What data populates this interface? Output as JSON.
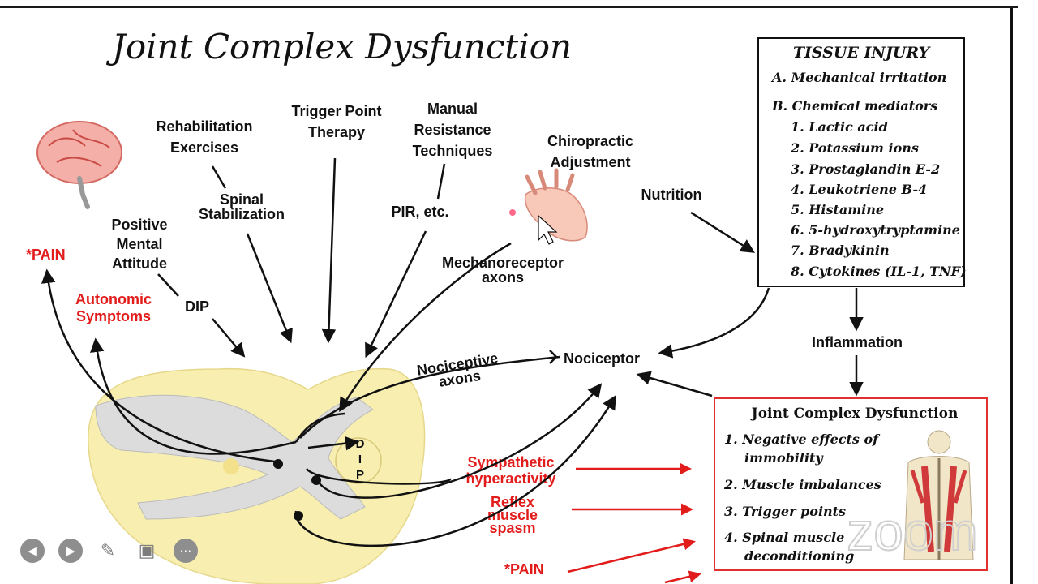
{
  "title": "Joint Complex Dysfunction",
  "labels": {
    "rehab_exercises_1": "Rehabilitation",
    "rehab_exercises_2": "Exercises",
    "trigger_point_1": "Trigger Point",
    "trigger_point_2": "Therapy",
    "manual_resistance_1": "Manual",
    "manual_resistance_2": "Resistance",
    "manual_resistance_3": "Techniques",
    "chiro_1": "Chiropractic",
    "chiro_2": "Adjustment",
    "nutrition": "Nutrition",
    "spinal_stab_1": "Spinal",
    "spinal_stab_2": "Stabilization",
    "pir": "PIR, etc.",
    "positive_mental_1": "Positive",
    "positive_mental_2": "Mental",
    "positive_mental_3": "Attitude",
    "pain_top": "*PAIN",
    "autonomic_1": "Autonomic",
    "autonomic_2": "Symptoms",
    "dip": "DIP",
    "mechanoreceptor_1": "Mechanoreceptor",
    "mechanoreceptor_2": "axons",
    "nociceptive_1": "Nociceptive",
    "nociceptive_2": "axons",
    "nociceptor": "Nociceptor",
    "inflammation": "Inflammation",
    "dip_d": "D",
    "dip_i": "I",
    "dip_p": "P",
    "sympathetic_1": "Sympathetic",
    "sympathetic_2": "hyperactivity",
    "reflex_1": "Reflex",
    "reflex_2": "muscle",
    "reflex_3": "spasm",
    "pain_bottom": "*PAIN"
  },
  "tissue_injury": {
    "title": "TISSUE INJURY",
    "a": "A. Mechanical irritation",
    "b": "B. Chemical mediators",
    "items": [
      "1. Lactic acid",
      "2. Potassium ions",
      "3. Prostaglandin E-2",
      "4. Leukotriene B-4",
      "5. Histamine",
      "6. 5-hydroxytryptamine",
      "7. Bradykinin",
      "8. Cytokines (IL-1, TNF)"
    ]
  },
  "jcd_box": {
    "title": "Joint Complex Dysfunction",
    "item1_1": "1. Negative effects of",
    "item1_2": "immobility",
    "item2": "2. Muscle imbalances",
    "item3": "3. Trigger points",
    "item4_1": "4. Spinal muscle",
    "item4_2": "deconditioning"
  },
  "watermark": "zoom",
  "colors": {
    "red": "#e21b1b",
    "cord": "#f7eeb0",
    "gray_matter": "#dcdcdc",
    "box_red": "#e03030"
  },
  "controls": [
    "prev-icon",
    "next-icon",
    "pen-icon",
    "screenshot-icon",
    "more-icon"
  ]
}
